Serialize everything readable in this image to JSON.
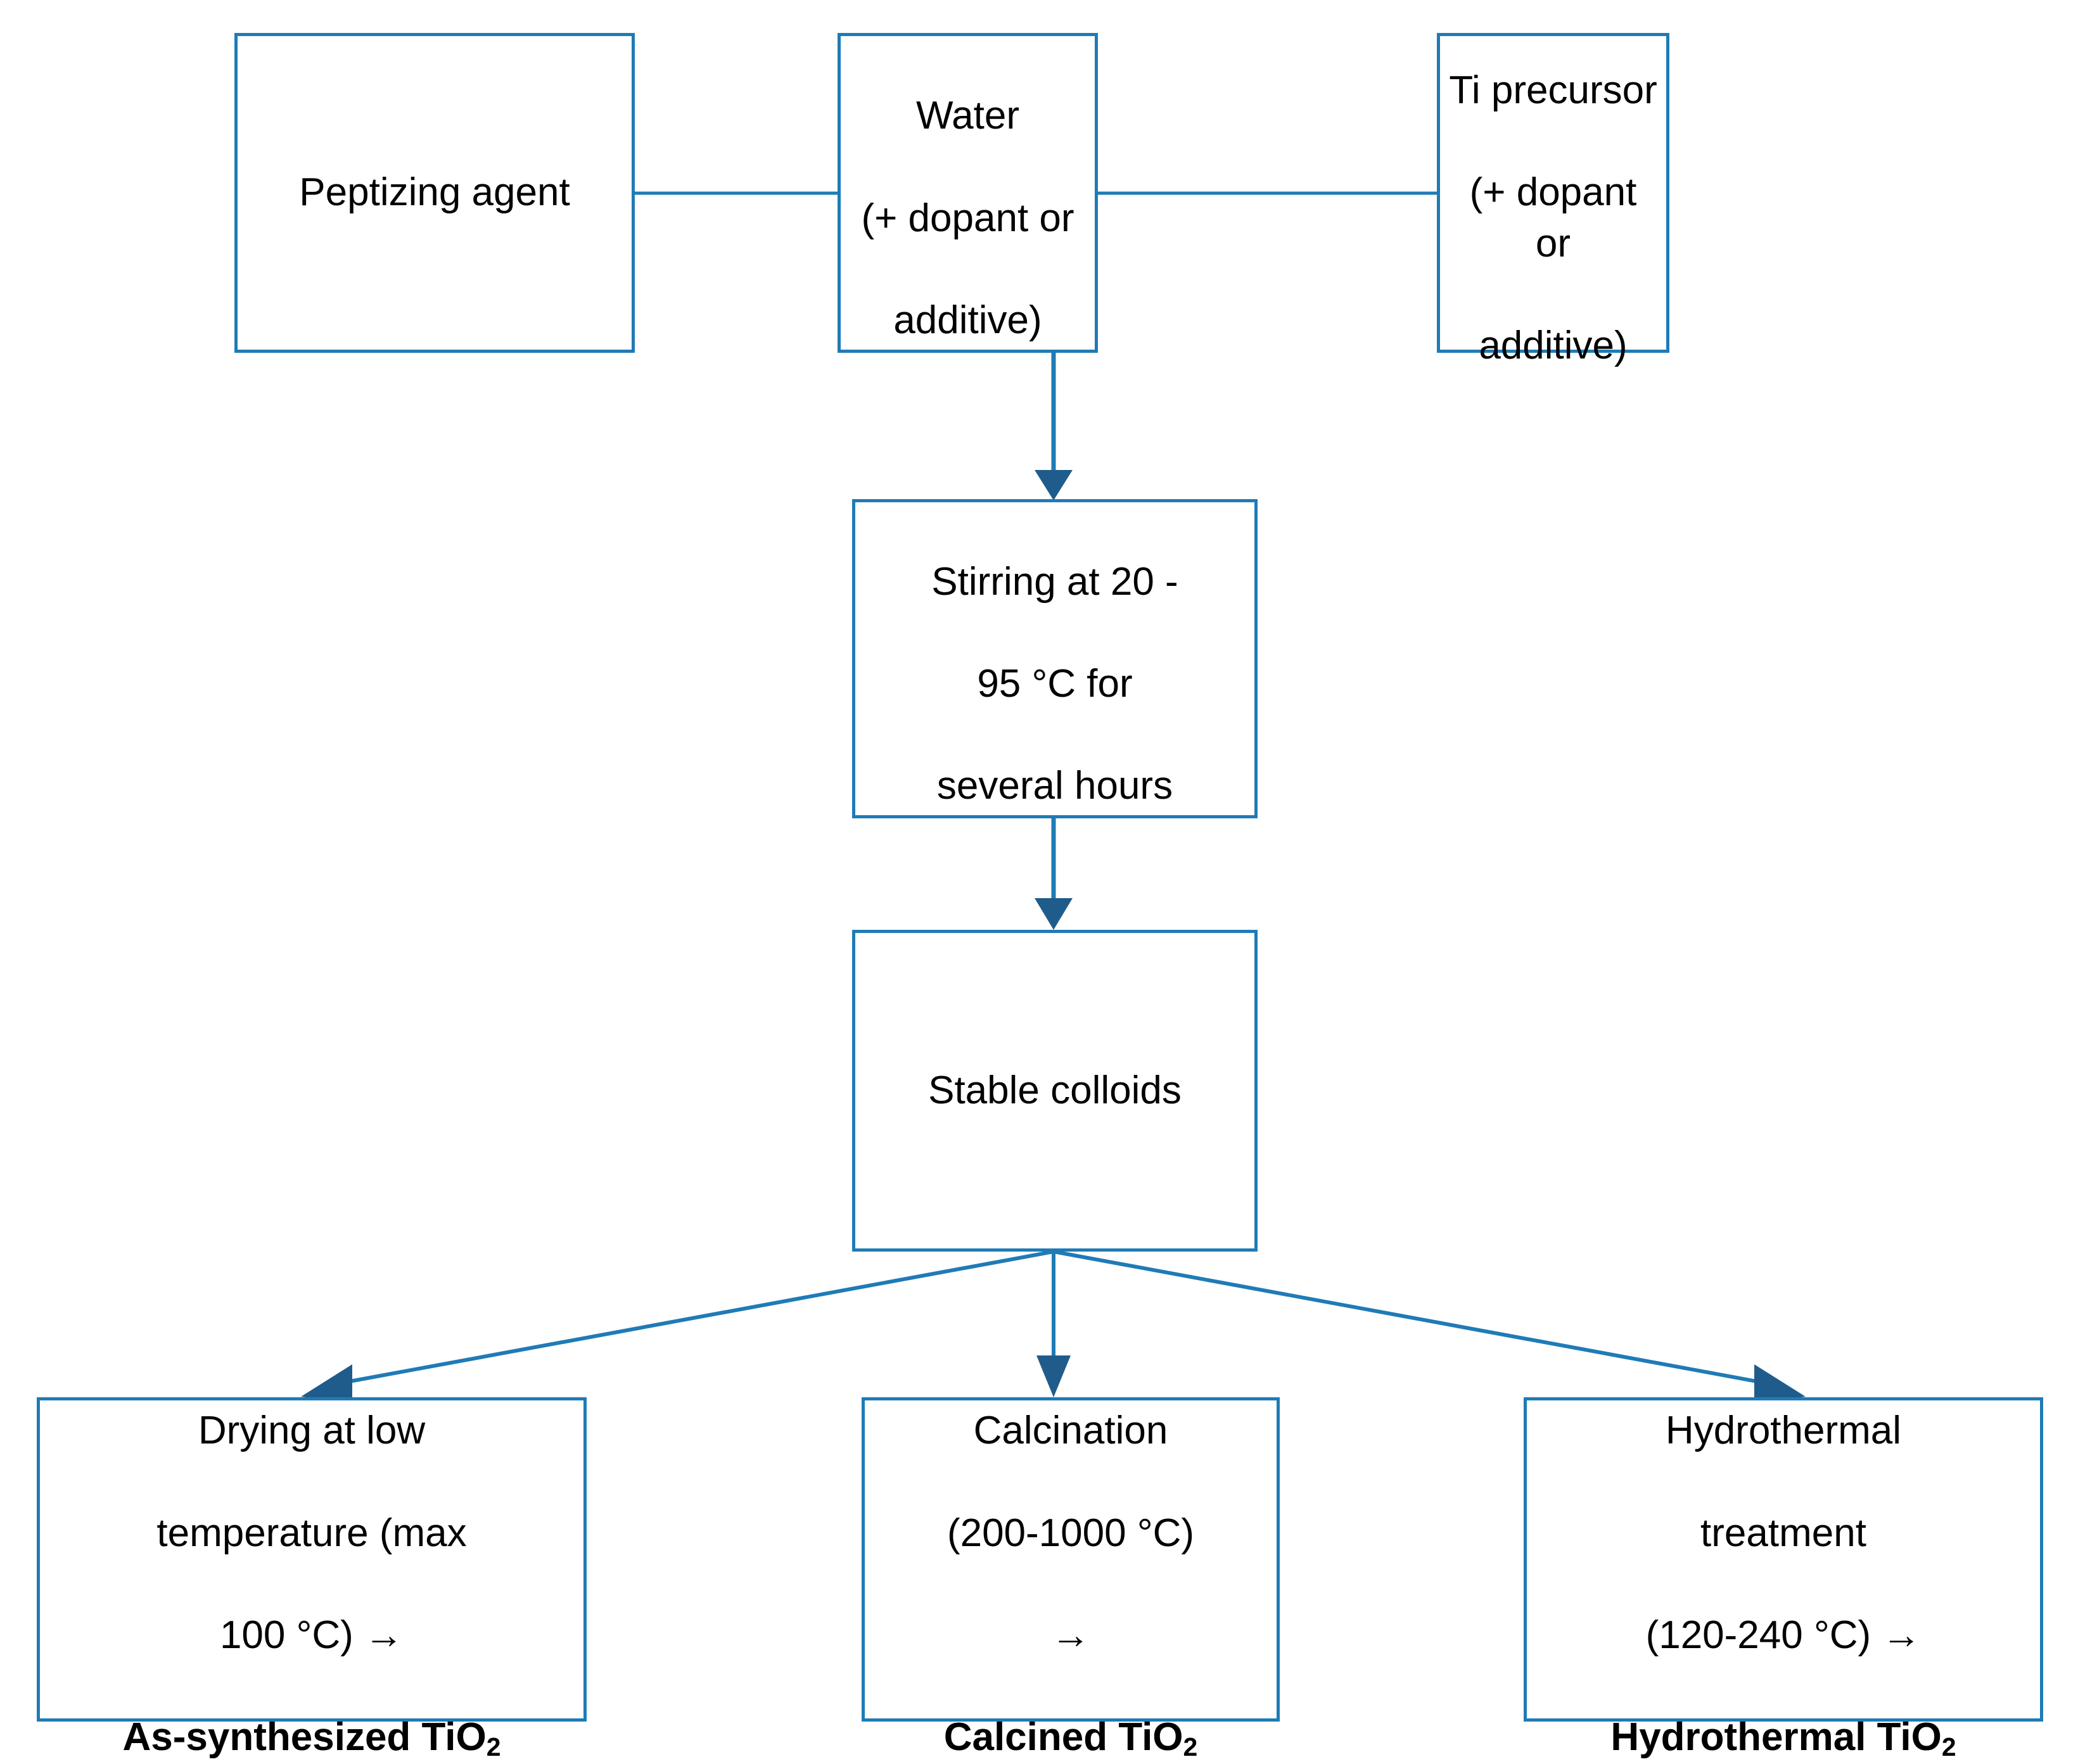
{
  "diagram": {
    "title": "TiO2 sol-gel synthesis route flowchart",
    "type": "flowchart",
    "colors": {
      "box_border": "#1F7BB6",
      "connector": "#1F7BB6",
      "arrowhead": "#1F5C8B",
      "box_fill": "#FFFFFF",
      "text": "#000000"
    },
    "nodes": {
      "peptizing_agent": {
        "label": "Peptizing agent"
      },
      "water": {
        "line1": "Water",
        "line2": "(+ dopant or",
        "line3": "additive)"
      },
      "ti_precursor": {
        "line1": "Ti precursor",
        "line2": "(+ dopant or",
        "line3": "additive)"
      },
      "stirring": {
        "line1": "Stirring at 20 -",
        "line2": "95 °C for",
        "line3": "several hours"
      },
      "stable_colloids": {
        "label": "Stable colloids"
      },
      "drying": {
        "line1": "Drying at low",
        "line2": "temperature (max",
        "line3": "100 °C) →",
        "product": "As-synthesized TiO",
        "product_sub": "2"
      },
      "calcination": {
        "line1": "Calcination",
        "line2": "(200-1000 °C)",
        "line3": "→",
        "product": "Calcined TiO",
        "product_sub": "2"
      },
      "hydrothermal": {
        "line1": "Hydrothermal",
        "line2": "treatment",
        "line3": "(120-240 °C) →",
        "product": "Hydrothermal TiO",
        "product_sub": "2"
      }
    },
    "connectors": [
      {
        "name": "peptizing-to-water",
        "from": "peptizing_agent",
        "to": "water",
        "style": "line",
        "arrowhead": false
      },
      {
        "name": "water-to-ti-precursor",
        "from": "water",
        "to": "ti_precursor",
        "style": "line",
        "arrowhead": false
      },
      {
        "name": "water-to-stirring",
        "from": "water",
        "to": "stirring",
        "style": "arrow",
        "arrowhead": true
      },
      {
        "name": "stirring-to-stable-colloids",
        "from": "stirring",
        "to": "stable_colloids",
        "style": "arrow",
        "arrowhead": true
      },
      {
        "name": "colloids-to-drying",
        "from": "stable_colloids",
        "to": "drying",
        "style": "arrow",
        "arrowhead": true
      },
      {
        "name": "colloids-to-calcination",
        "from": "stable_colloids",
        "to": "calcination",
        "style": "arrow",
        "arrowhead": true
      },
      {
        "name": "colloids-to-hydrothermal",
        "from": "stable_colloids",
        "to": "hydrothermal",
        "style": "arrow",
        "arrowhead": true
      }
    ]
  }
}
